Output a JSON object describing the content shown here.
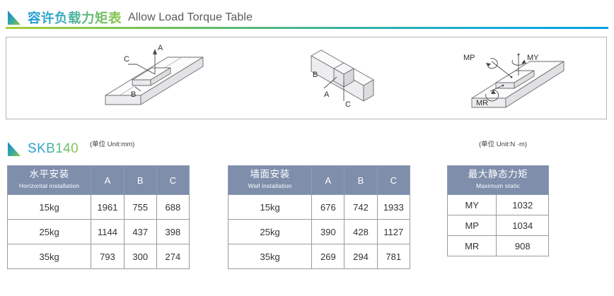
{
  "section": {
    "icon": "gradient-triangle-icon",
    "title_cn": "容许负载力矩表",
    "title_en": "Allow Load Torque Table",
    "rule_gradient_from": "#a6ce39",
    "rule_gradient_to": "#029fe3"
  },
  "diagrams": {
    "horizontal": {
      "name": "horizontal-mount-diagram",
      "labels": [
        "C",
        "A",
        "B"
      ],
      "unit": "(单位 Unit:mm)"
    },
    "wall": {
      "name": "wall-mount-diagram",
      "labels": [
        "B",
        "A",
        "C"
      ],
      "unit": ""
    },
    "moment": {
      "name": "moment-diagram",
      "labels": [
        "MP",
        "MY",
        "MR"
      ],
      "unit": "(单位 Unit:N ·m)"
    }
  },
  "model": {
    "icon": "gradient-triangle-icon",
    "name": "SKB140"
  },
  "header_color": "#7e8eab",
  "tables": [
    {
      "id": "horizontal",
      "header_cn": "水平安装",
      "header_en": "Horizontal  installation",
      "columns": [
        "A",
        "B",
        "C"
      ],
      "rows": [
        {
          "load": "15kg",
          "values": [
            "1961",
            "755",
            "688"
          ]
        },
        {
          "load": "25kg",
          "values": [
            "1144",
            "437",
            "398"
          ]
        },
        {
          "load": "35kg",
          "values": [
            "793",
            "300",
            "274"
          ]
        }
      ]
    },
    {
      "id": "wall",
      "header_cn": "墙面安装",
      "header_en": "Wall  installation",
      "columns": [
        "A",
        "B",
        "C"
      ],
      "rows": [
        {
          "load": "15kg",
          "values": [
            "676",
            "742",
            "1933"
          ]
        },
        {
          "load": "25kg",
          "values": [
            "390",
            "428",
            "1127"
          ]
        },
        {
          "load": "35kg",
          "values": [
            "269",
            "294",
            "781"
          ]
        }
      ]
    },
    {
      "id": "static",
      "header_cn": "最大静态力矩",
      "header_en": "Maximum static",
      "rows": [
        {
          "label": "MY",
          "value": "1032"
        },
        {
          "label": "MP",
          "value": "1034"
        },
        {
          "label": "MR",
          "value": "908"
        }
      ]
    }
  ]
}
